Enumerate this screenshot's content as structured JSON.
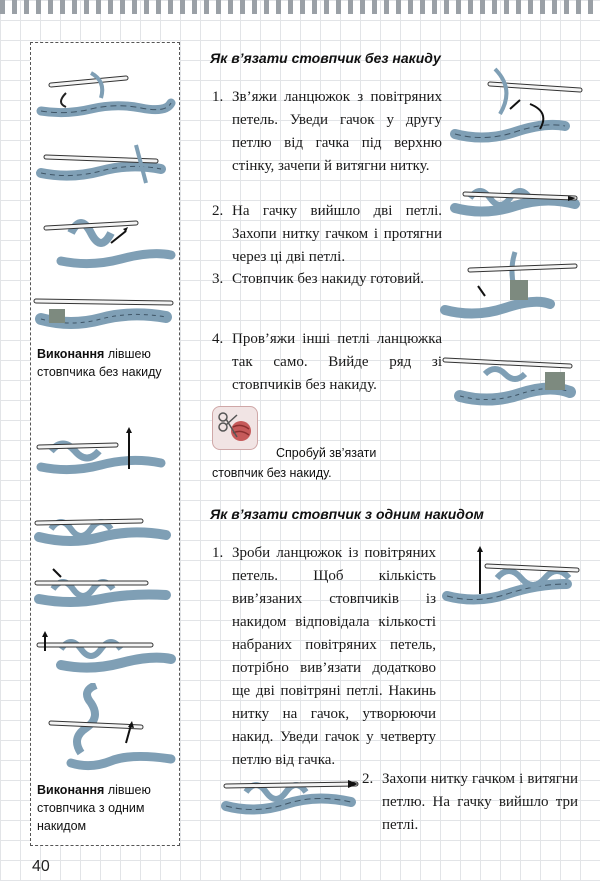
{
  "page": {
    "number": "40"
  },
  "sidebar": {
    "caption1": {
      "bold": "Виконання",
      "rest": " лівшею стовпчика без накиду"
    },
    "caption2": {
      "bold": "Виконання",
      "rest": " лівшею стовпчика з одним накидом"
    }
  },
  "section1": {
    "heading": "Як в’язати стовпчик без накиду",
    "steps": [
      {
        "num": "1.",
        "text": "Зв’яжи ланцюжок з повітряних петель. Уведи гачок у другу петлю від гачка під верхню стінку, зачепи й витягни нитку."
      },
      {
        "num": "2.",
        "text": "На гачку вийшло дві петлі. Захопи нитку гачком і протягни через ці дві петлі."
      },
      {
        "num": "3.",
        "text": "Стовпчик без накиду готовий."
      },
      {
        "num": "4.",
        "text": "Пров’яжи інші петлі ланцюжка так само. Вийде ряд зі стовпчиків без накиду."
      }
    ]
  },
  "tip": {
    "line1": "Спробуй зв’язати",
    "line2": "стовпчик без накиду.",
    "icon": "scissors-yarn-icon"
  },
  "section2": {
    "heading": "Як в’язати стовпчик з одним накидом",
    "steps": [
      {
        "num": "1.",
        "text": "Зроби ланцюжок із повітряних петель. Щоб кількість вив’язаних стовпчиків із накидом відповідала кількості набраних повітряних петель, потрібно вив’язати додатково ще дві повітряні петлі. Накинь нитку на гачок, утворюючи накид. Уведи гачок у четверту петлю від гачка."
      },
      {
        "num": "2.",
        "text": "Захопи нитку гачком і витягни петлю. На гачку вийшло три петлі."
      }
    ]
  },
  "colors": {
    "yarn": "#7f9fb5",
    "yarn_dark": "#3f5566",
    "hook": "#f4f4f4",
    "tip_bg": "#f1e4e4"
  }
}
